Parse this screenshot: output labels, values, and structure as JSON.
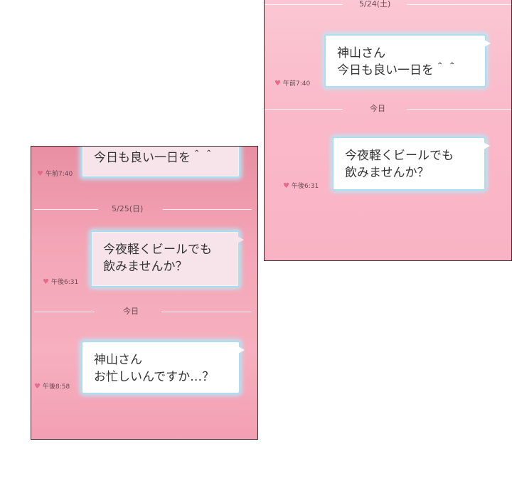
{
  "right_panel": {
    "date_top": "5/24(土)",
    "message1": {
      "line1": "神山さん",
      "line2": "今日も良い一日を＾＾",
      "time": "午前7:40"
    },
    "divider_today": "今日",
    "message2": {
      "line1": "今夜軽くビールでも",
      "line2": "飲みませんか？",
      "time": "午後6:31"
    }
  },
  "left_panel": {
    "message_top": {
      "line1": "今日も良い一日を＾＾",
      "time": "午前7:40"
    },
    "date_divider": "5/25(日)",
    "message2": {
      "line1": "今夜軽くビールでも",
      "line2": "飲みませんか？",
      "time": "午後6:31"
    },
    "divider_today": "今日",
    "message3": {
      "line1": "神山さん",
      "line2": "お忙しいんですか…？",
      "time": "午後8:58"
    }
  },
  "icons": {
    "time_marker": "heart-icon"
  },
  "colors": {
    "bubble_glow": "#a9dff0",
    "heart": "#e86a8a",
    "panel_pink": "#f9b3c4"
  }
}
